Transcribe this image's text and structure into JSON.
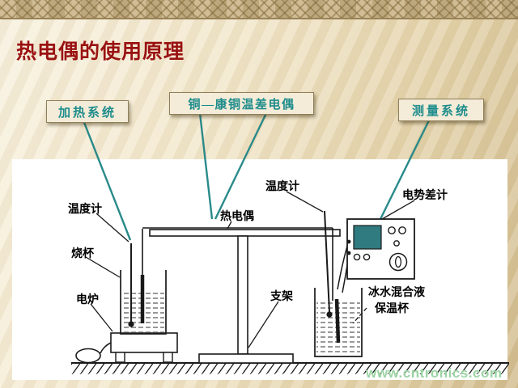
{
  "title": "热电偶的使用原理",
  "callouts": [
    {
      "label": "加热系统"
    },
    {
      "label": "铜—康铜温差电偶"
    },
    {
      "label": "测量系统"
    }
  ],
  "diagram": {
    "labels": {
      "thermometer_left": "温度计",
      "beaker": "烧杯",
      "furnace": "电炉",
      "thermocouple": "热电偶",
      "thermometer_right": "温度计",
      "potentiometer": "电势差计",
      "stand": "支架",
      "thermos_line1": "冰水混合液",
      "thermos_line2": "保温杯"
    }
  },
  "watermark": "www.cntronics.com",
  "colors": {
    "title_color": "#9a1212",
    "callout_text": "#1e8c8c",
    "callout_line": "#2a8a8a",
    "diagram_ink": "#1a1a1a",
    "instrument_display": "#2f7b80",
    "watermark_color": "#9cd4a4"
  }
}
